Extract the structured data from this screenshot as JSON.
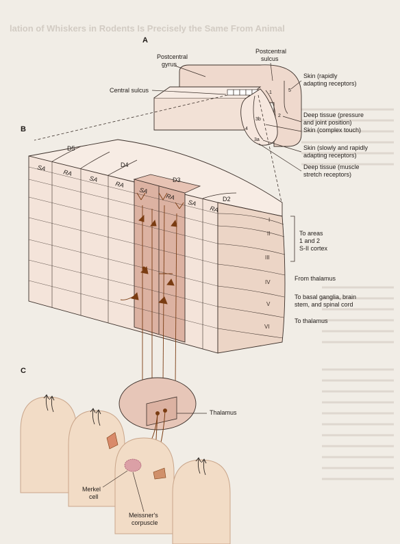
{
  "background_heading": "lation of Whiskers in Rodents Is Precisely the Same From Animal",
  "panels": {
    "a": "A",
    "b": "B",
    "c": "C"
  },
  "panel_a": {
    "postcentral_gyrus": [
      "Postcentral",
      "gyrus"
    ],
    "postcentral_sulcus": [
      "Postcentral",
      "sulcus"
    ],
    "central_sulcus": "Central sulcus",
    "areas": {
      "a1": "1",
      "a2": "2",
      "a3b": "3b",
      "a3a": "3a",
      "a4": "4",
      "a5": "5"
    },
    "right_labels": [
      [
        "Skin (rapidly",
        "adapting receptors)"
      ],
      [
        "Deep tissue (pressure",
        "and joint position)"
      ],
      [
        "Skin (complex touch)"
      ],
      [
        "Skin (slowly and rapidly",
        "adapting receptors)"
      ],
      [
        "Deep tissue (muscle",
        "stretch receptors)"
      ]
    ]
  },
  "panel_b": {
    "columns": [
      "SA",
      "RA",
      "SA",
      "RA",
      "SA",
      "RA",
      "SA",
      "RA"
    ],
    "digits": [
      "D5",
      "D4",
      "D3",
      "D2"
    ],
    "layers": [
      "I",
      "II",
      "III",
      "IV",
      "V",
      "VI"
    ],
    "right_labels": {
      "to_areas": [
        "To areas",
        "1 and 2",
        "S-II cortex"
      ],
      "from_thalamus": "From thalamus",
      "to_basal": [
        "To basal ganglia, brain",
        "stem, and spinal cord"
      ],
      "to_thalamus": "To thalamus"
    }
  },
  "panel_c": {
    "thalamus": "Thalamus",
    "merkel": [
      "Merkel",
      "cell"
    ],
    "meissner": [
      "Meissner's",
      "corpuscle"
    ]
  },
  "colors": {
    "page": "#f1ede6",
    "block": "#f4e4da",
    "block_side": "#ecd5c6",
    "highlight": "#dcb2a2",
    "neuron": "#7a3c12",
    "thalamus": "#e7c6b8",
    "finger": "#f2dcc6"
  }
}
